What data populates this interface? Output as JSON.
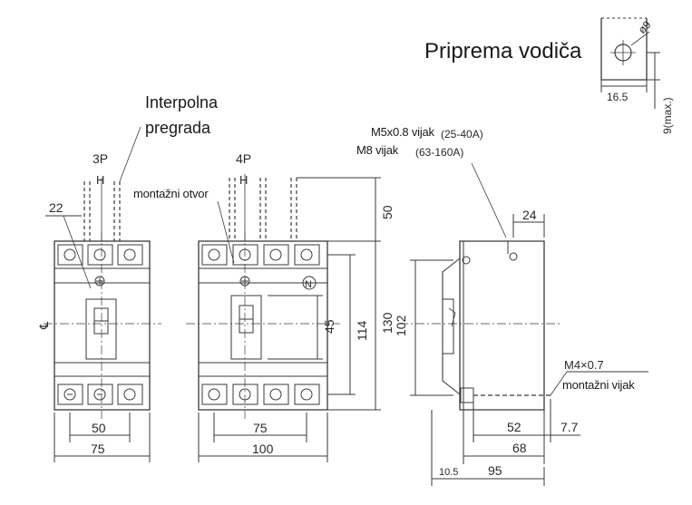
{
  "labels": {
    "priprema_vodica": "Priprema vodiča",
    "interpolna": "Interpolna",
    "pregrada": "pregrada",
    "montazni_otvor": "montažni otvor",
    "m5_vijak": "M5x0.8 vijak",
    "m5_range": "(25-40A)",
    "m8_vijak": "M8 vijak",
    "m8_range": "(63-160A)",
    "m4": "M4×0.7",
    "montazni_vijak": "montažni vijak",
    "p3": "3P",
    "p4": "4P",
    "hl": "H",
    "n_mark": "N"
  },
  "dims": {
    "d22": "22",
    "d50_3p": "50",
    "d75_3p": "75",
    "d75_4p": "75",
    "d100": "100",
    "d45": "45",
    "d114": "114",
    "d130": "130",
    "d50_top": "50",
    "d24": "24",
    "d102": "102",
    "d52": "52",
    "d7_7": "7.7",
    "d68": "68",
    "d10_5": "10.5",
    "d95": "95",
    "d16_5": "16.5",
    "d9max": "9(max.)",
    "phi9": "ø9"
  },
  "colors": {
    "line": "#3a3a3a",
    "background": "#ffffff"
  }
}
